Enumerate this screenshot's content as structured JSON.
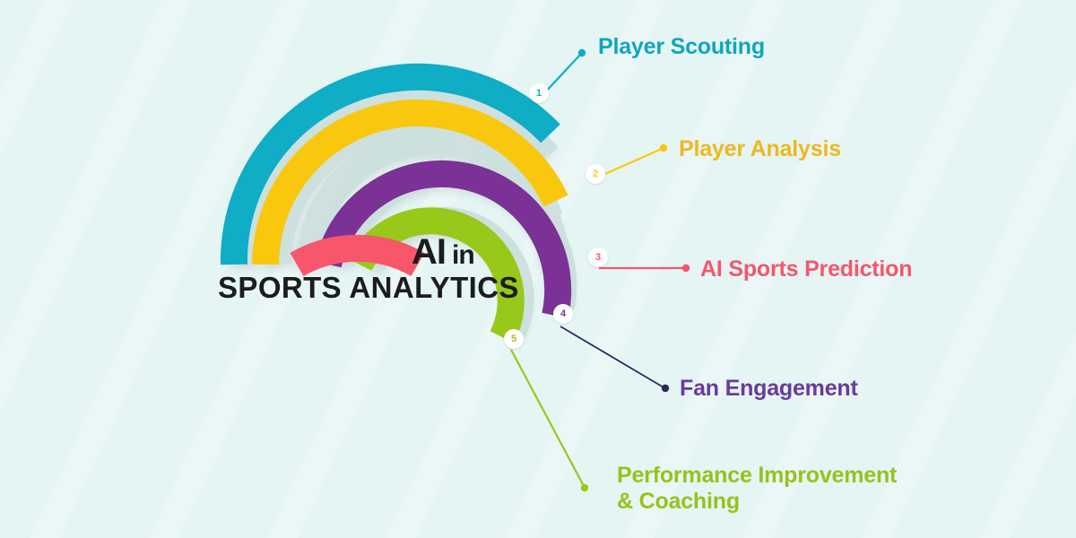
{
  "meta": {
    "background_color": "#e4f5f4",
    "title_color": "#1c1c1c"
  },
  "center": {
    "title_primary": "AI",
    "title_connector": "in",
    "title_secondary": "SPORTS ANALYTICS"
  },
  "chart_data": {
    "type": "donut",
    "title": "AI in SPORTS ANALYTICS",
    "legend_position": "right",
    "segments": [
      {
        "number": "1",
        "label": "Player Scouting",
        "color": "#0fadc6"
      },
      {
        "number": "2",
        "label": "Player Analysis",
        "color": "#f9c80e"
      },
      {
        "number": "3",
        "label": "AI Sports Prediction",
        "color": "#f7566b"
      },
      {
        "number": "4",
        "label": "Fan Engagement",
        "color": "#7c3196"
      },
      {
        "number": "5",
        "label": "Performance Improvement\n& Coaching",
        "color": "#97c81a"
      }
    ]
  },
  "arcs": [
    {
      "number": "1",
      "label": "Player Scouting",
      "color": "#0fadc6"
    },
    {
      "number": "2",
      "label": "Player Analysis",
      "color": "#f9c80e"
    },
    {
      "number": "3",
      "label": "AI Sports Prediction",
      "color": "#f7566b"
    },
    {
      "number": "4",
      "label": "Fan Engagement",
      "color": "#7c3196"
    },
    {
      "number": "5",
      "label": "Performance Improvement\n& Coaching",
      "color": "#97c81a"
    }
  ]
}
